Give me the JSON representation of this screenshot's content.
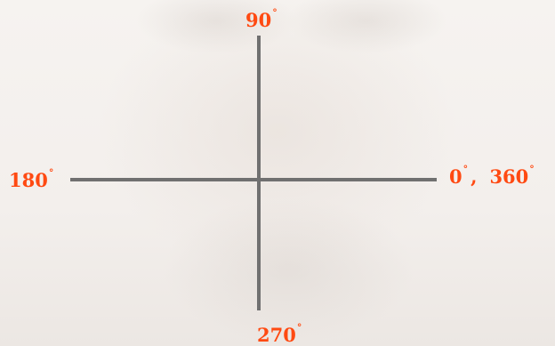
{
  "diagram": {
    "labels": {
      "top": {
        "value": "90",
        "degree": "°"
      },
      "left": {
        "value": "180",
        "degree": "°"
      },
      "right": {
        "value": "0",
        "degree": "°",
        "separator": ",",
        "value2": "360",
        "degree2": "°"
      },
      "bottom": {
        "value": "270",
        "degree": "°"
      }
    },
    "colors": {
      "label": "#ff4a12",
      "axis": "#707070"
    }
  }
}
